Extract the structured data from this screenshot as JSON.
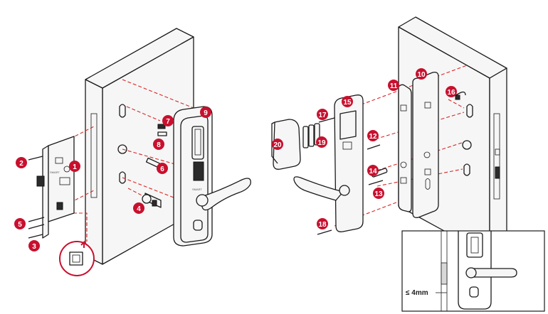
{
  "callouts": {
    "c1": "1",
    "c2": "2",
    "c3": "3",
    "c4": "4",
    "c5": "5",
    "c6": "6",
    "c7": "7",
    "c8": "8",
    "c9": "9",
    "c10": "10",
    "c11": "11",
    "c12": "12",
    "c13": "13",
    "c14": "14",
    "c15": "15",
    "c16": "16",
    "c17": "17",
    "c18": "18",
    "c19": "19",
    "c20": "20"
  },
  "inset": {
    "gap_label": "≤ 4mm"
  },
  "colors": {
    "callout": "#c8102e",
    "guide": "#d62828",
    "outline": "#1a1a1a",
    "door_fill": "#f4f4f4"
  }
}
